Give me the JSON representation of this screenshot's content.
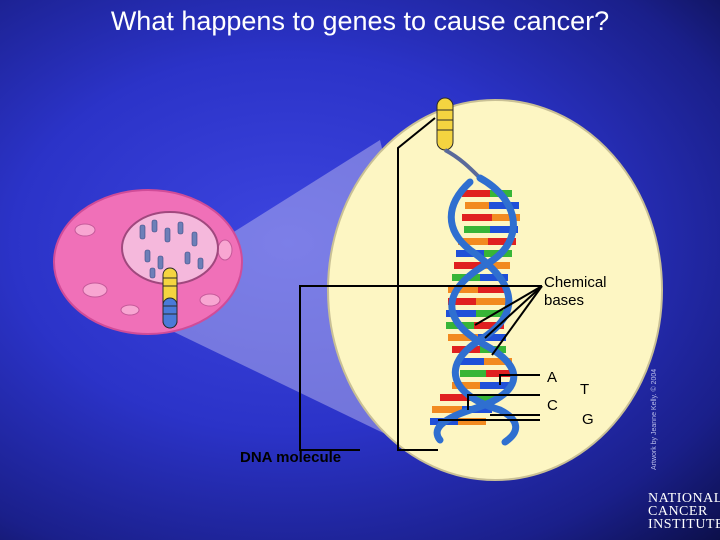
{
  "slide": {
    "title": "What happens to genes to cause cancer?",
    "credit": "Artwork by Jeanne Kelly. © 2004"
  },
  "labels": {
    "chemical_bases": [
      "Chemical",
      "bases"
    ],
    "base_a": "A",
    "base_t": "T",
    "base_c": "C",
    "base_g": "G",
    "dna_molecule": "DNA molecule"
  },
  "logo": {
    "lines": [
      "NATIONAL",
      "CANCER",
      "INSTITUTE"
    ]
  },
  "colors": {
    "background": "#2b33c8",
    "zoom_circle": "#fdf6c3",
    "cell": "#f070b8",
    "nucleus": "#f5b8dc",
    "dna_backbone": "#2f6fd0",
    "base_red": "#e02020",
    "base_orange": "#f28a20",
    "base_green": "#37b537",
    "base_blue": "#2050d8"
  }
}
